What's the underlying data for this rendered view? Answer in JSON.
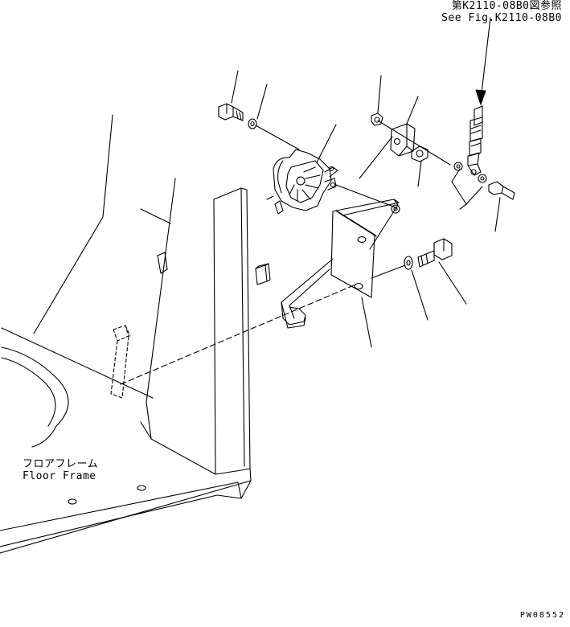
{
  "reference_note": {
    "line_jp": "第K2110-08B0図参照",
    "line_en": "See Fig.K2110-08B0"
  },
  "floor_frame_label": {
    "line_jp": "フロアフレーム",
    "line_en": "Floor Frame"
  },
  "drawing_number": "PW08552",
  "colors": {
    "line": "#000000",
    "background": "#ffffff"
  }
}
